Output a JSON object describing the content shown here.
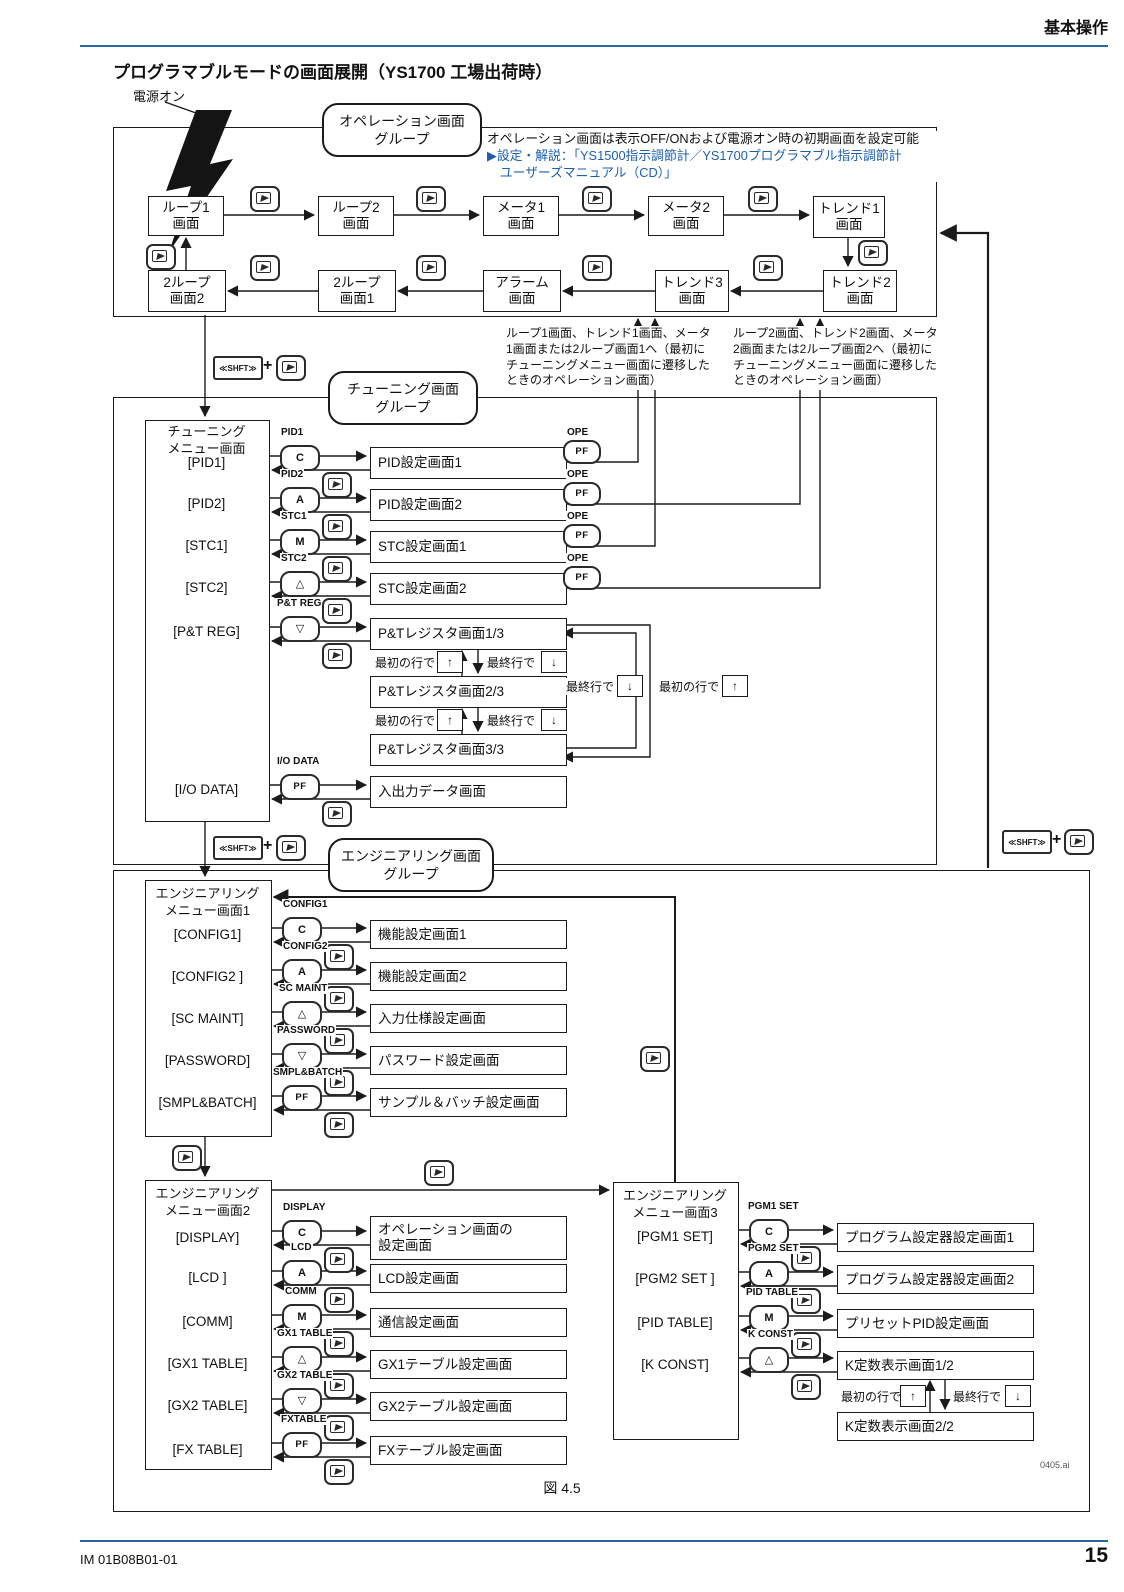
{
  "page": {
    "header_label": "基本操作",
    "title": "プログラマブルモードの画面展開（YS1700 工場出荷時）",
    "power_on": "電源オン",
    "figure_caption": "図 4.5",
    "file_ref": "0405.ai",
    "doc_number": "IM 01B08B01-01",
    "page_number": "15",
    "accent_blue": "#2866a0",
    "link_blue": "#1d5fae"
  },
  "keys": {
    "shift": "≪SHFT≫",
    "plus": "+",
    "ope": "OPE",
    "pf": "PF",
    "up": "↑",
    "down": "↓"
  },
  "nav": {
    "first_row": "最初の行で",
    "last_row": "最終行で"
  },
  "op": {
    "pill": "オペレーション画面\nグループ",
    "note_line1": "オペレーション画面は表示OFF/ONおよび電源オン時の初期画面を設定可能",
    "note_link": "▶設定・解説：「YS1500指示調節計／YS1700プログラマブル指示調節計\n　ユーザーズマニュアル（CD）」",
    "screens_top": [
      "ループ1\n画面",
      "ループ2\n画面",
      "メータ1\n画面",
      "メータ2\n画面",
      "トレンド1\n画面"
    ],
    "screens_bottom": [
      "2ループ\n画面2",
      "2ループ\n画面1",
      "アラーム\n画面",
      "トレンド3\n画面",
      "トレンド2\n画面"
    ],
    "return_note_left": "ループ1画面、トレンド1画面、メータ\n1画面または2ループ画面1へ（最初に\nチューニングメニュー画面に遷移した\nときのオペレーション画面）",
    "return_note_right": "ループ2画面、トレンド2画面、メータ\n2画面または2ループ画面2へ（最初に\nチューニングメニュー画面に遷移した\nときのオペレーション画面）"
  },
  "tuning": {
    "pill": "チューニング画面\nグループ",
    "menu_title": "チューニング\nメニュー画面",
    "items": [
      "[PID1]",
      "[PID2]",
      "[STC1]",
      "[STC2]",
      "[P&T REG]",
      "[I/O DATA]"
    ],
    "key_labels": [
      "PID1",
      "PID2",
      "STC1",
      "STC2",
      "P&T REG",
      "I/O DATA"
    ],
    "key_glyphs": [
      "C",
      "A",
      "M",
      "△",
      "▽",
      "PF"
    ],
    "targets": [
      "PID設定画面1",
      "PID設定画面2",
      "STC設定画面1",
      "STC設定画面2",
      "P&Tレジスタ画面1/3",
      "入出力データ画面"
    ],
    "pt_screen_2": "P&Tレジスタ画面2/3",
    "pt_screen_3": "P&Tレジスタ画面3/3"
  },
  "eng1": {
    "pill": "エンジニアリング画面\nグループ",
    "menu_title": "エンジニアリング\nメニュー画面1",
    "items": [
      "[CONFIG1]",
      "[CONFIG2 ]",
      "[SC MAINT]",
      "[PASSWORD]",
      "[SMPL&BATCH]"
    ],
    "key_labels": [
      "CONFIG1",
      "CONFIG2",
      "SC MAINT",
      "PASSWORD",
      "SMPL&BATCH"
    ],
    "key_glyphs": [
      "C",
      "A",
      "△",
      "▽",
      "PF"
    ],
    "targets": [
      "機能設定画面1",
      "機能設定画面2",
      "入力仕様設定画面",
      "パスワード設定画面",
      "サンプル＆バッチ設定画面"
    ]
  },
  "eng2": {
    "menu_title": "エンジニアリング\nメニュー画面2",
    "items": [
      "[DISPLAY]",
      "[LCD ]",
      "[COMM]",
      "[GX1 TABLE]",
      "[GX2 TABLE]",
      "[FX TABLE]"
    ],
    "key_labels": [
      "DISPLAY",
      "LCD",
      "COMM",
      "GX1 TABLE",
      "GX2 TABLE",
      "FXTABLE"
    ],
    "key_glyphs": [
      "C",
      "A",
      "M",
      "△",
      "▽",
      "PF"
    ],
    "targets": [
      "オペレーション画面の\n設定画面",
      "LCD設定画面",
      "通信設定画面",
      "GX1テーブル設定画面",
      "GX2テーブル設定画面",
      "FXテーブル設定画面"
    ]
  },
  "eng3": {
    "menu_title": "エンジニアリング\nメニュー画面3",
    "items": [
      "[PGM1 SET]",
      "[PGM2 SET ]",
      "[PID TABLE]",
      "[K CONST]"
    ],
    "key_labels": [
      "PGM1 SET",
      "PGM2 SET",
      "PID TABLE",
      "K CONST"
    ],
    "key_glyphs": [
      "C",
      "A",
      "M",
      "△"
    ],
    "targets": [
      "プログラム設定器設定画面1",
      "プログラム設定器設定画面2",
      "プリセットPID設定画面",
      "K定数表示画面1/2"
    ],
    "k_screen_2": "K定数表示画面2/2"
  }
}
